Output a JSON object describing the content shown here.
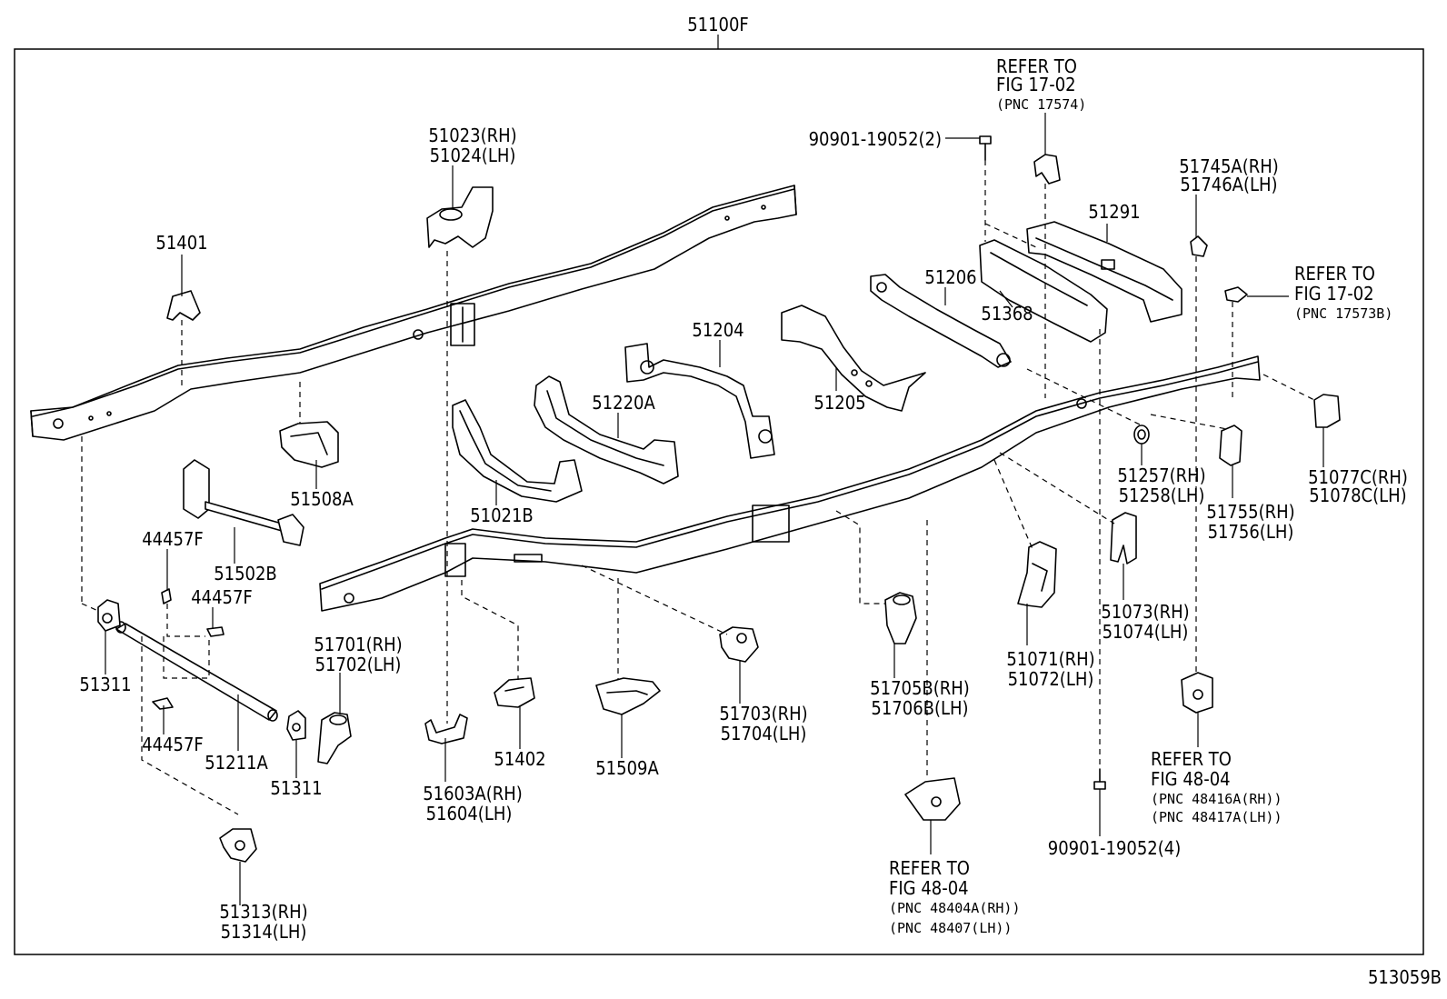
{
  "title_part": "51100F",
  "figure_code": "513059B",
  "labels": {
    "p51023": "51023(RH)",
    "p51024": "51024(LH)",
    "p51401": "51401",
    "p51508a": "51508A",
    "p51502b": "51502B",
    "p44457f_a": "44457F",
    "p44457f_b": "44457F",
    "p44457f_c": "44457F",
    "p51311_a": "51311",
    "p51311_b": "51311",
    "p51211a": "51211A",
    "p51313": "51313(RH)",
    "p51314": "51314(LH)",
    "p51701": "51701(RH)",
    "p51702": "51702(LH)",
    "p51603a": "51603A(RH)",
    "p51604": "51604(LH)",
    "p51402": "51402",
    "p51509a": "51509A",
    "p51703": "51703(RH)",
    "p51704": "51704(LH)",
    "p51021b": "51021B",
    "p51220a": "51220A",
    "p51204": "51204",
    "p51205": "51205",
    "p51206": "51206",
    "p51368": "51368",
    "p51291": "51291",
    "bolt_top": "90901-19052(2)",
    "ref1_a": "REFER TO",
    "ref1_b": "FIG 17-02",
    "ref1_c": "(PNC 17574)",
    "p51745a": "51745A(RH)",
    "p51746a": "51746A(LH)",
    "ref2_a": "REFER TO",
    "ref2_b": "FIG 17-02",
    "ref2_c": "(PNC 17573B)",
    "p51257": "51257(RH)",
    "p51258": "51258(LH)",
    "p51077c": "51077C(RH)",
    "p51078c": "51078C(LH)",
    "p51755": "51755(RH)",
    "p51756": "51756(LH)",
    "p51073": "51073(RH)",
    "p51074": "51074(LH)",
    "p51071": "51071(RH)",
    "p51072": "51072(LH)",
    "p51705b": "51705B(RH)",
    "p51706b": "51706B(LH)",
    "ref3_a": "REFER TO",
    "ref3_b": "FIG 48-04",
    "ref3_c": "(PNC 48416A(RH))",
    "ref3_d": "(PNC 48417A(LH))",
    "bolt_bottom": "90901-19052(4)",
    "ref4_a": "REFER TO",
    "ref4_b": "FIG 48-04",
    "ref4_c": "(PNC 48404A(RH))",
    "ref4_d": "(PNC 48407(LH))"
  }
}
